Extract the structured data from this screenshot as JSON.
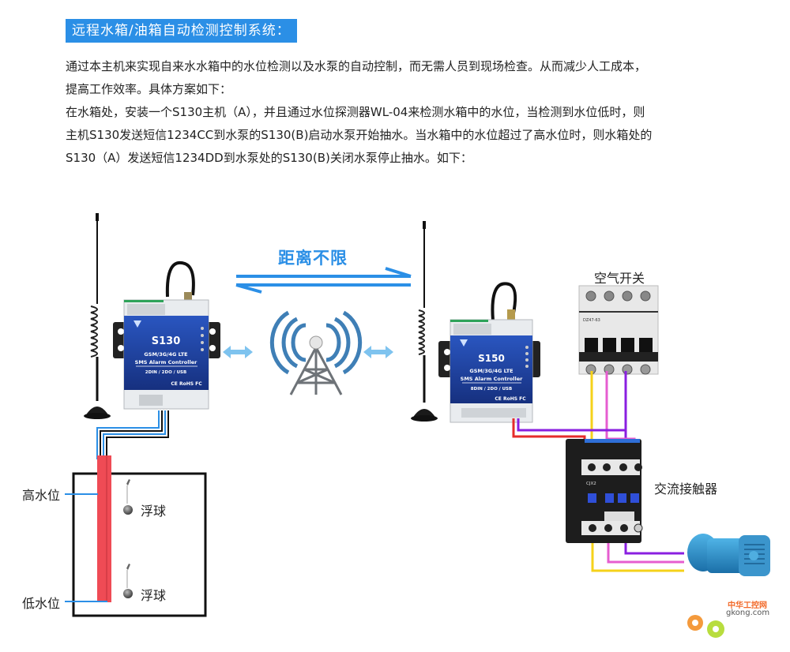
{
  "header": {
    "title": "远程水箱/油箱自动检测控制系统："
  },
  "description": [
    "通过本主机来实现自来水水箱中的水位检测以及水泵的自动控制，而无需人员到现场检查。从而减少人工成本，",
    "提高工作效率。具体方案如下：",
    "在水箱处，安装一个S130主机（A），并且通过水位探测器WL-04来检测水箱中的水位，当检测到水位低时，则",
    "主机S130发送短信1234CC到水泵的S130(B)启动水泵开始抽水。当水箱中的水位超过了高水位时，则水箱处的",
    "S130（A）发送短信1234DD到水泵处的S130(B)关闭水泵停止抽水。如下："
  ],
  "diagram": {
    "distance_label": "距离不限",
    "device_a": {
      "model": "S130",
      "line1": "GSM/3G/4G LTE",
      "line2": "SMS Alarm Controller",
      "line3": "2DIN / 2DO / USB",
      "cert": "CE RoHS FC"
    },
    "device_b": {
      "model": "S150",
      "line1": "GSM/3G/4G LTE",
      "line2": "SMS Alarm Controller",
      "line3": "8DIN / 2DO / USB",
      "cert": "CE RoHS FC"
    },
    "breaker_label": "空气开关",
    "breaker_model": "DZ47-63",
    "contactor_label": "交流接触器",
    "contactor_model": "CJX2",
    "high_level_label": "高水位",
    "low_level_label": "低水位",
    "float_label_1": "浮球",
    "float_label_2": "浮球",
    "colors": {
      "accent": "#2b8fe6",
      "probe": "#ef4b55",
      "wire_red": "#e52b2b",
      "wire_purple": "#8a1fe0",
      "wire_pink": "#e65dd0",
      "wire_yellow": "#f5d21a",
      "device_blue": "#1c3f9e"
    }
  },
  "watermark": {
    "cn": "中华工控网",
    "en": "gkong.com"
  }
}
